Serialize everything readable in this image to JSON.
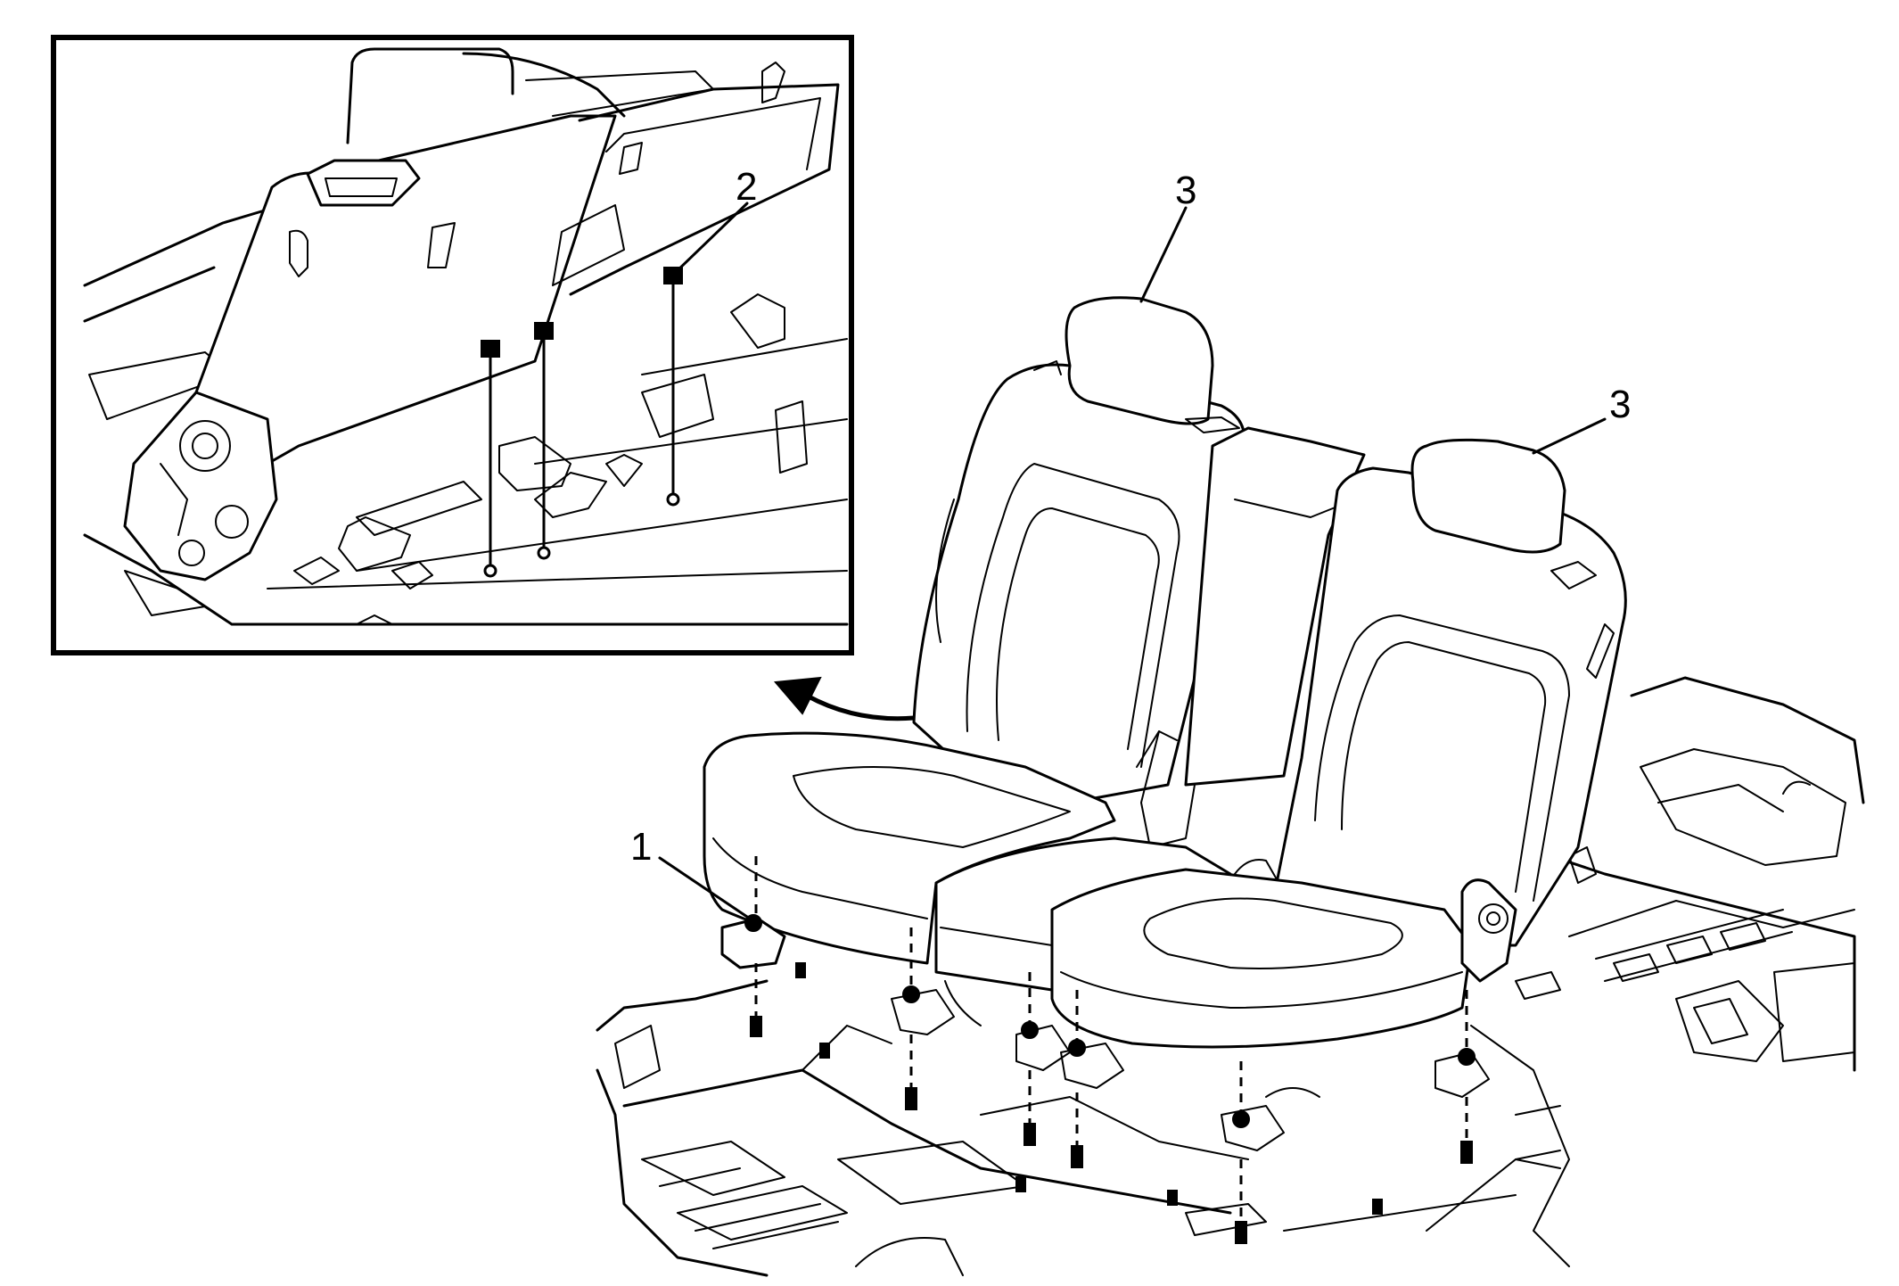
{
  "callouts": {
    "one": "1",
    "two": "2",
    "three_a": "3",
    "three_b": "3"
  },
  "colors": {
    "line": "#000000",
    "background": "#ffffff"
  }
}
